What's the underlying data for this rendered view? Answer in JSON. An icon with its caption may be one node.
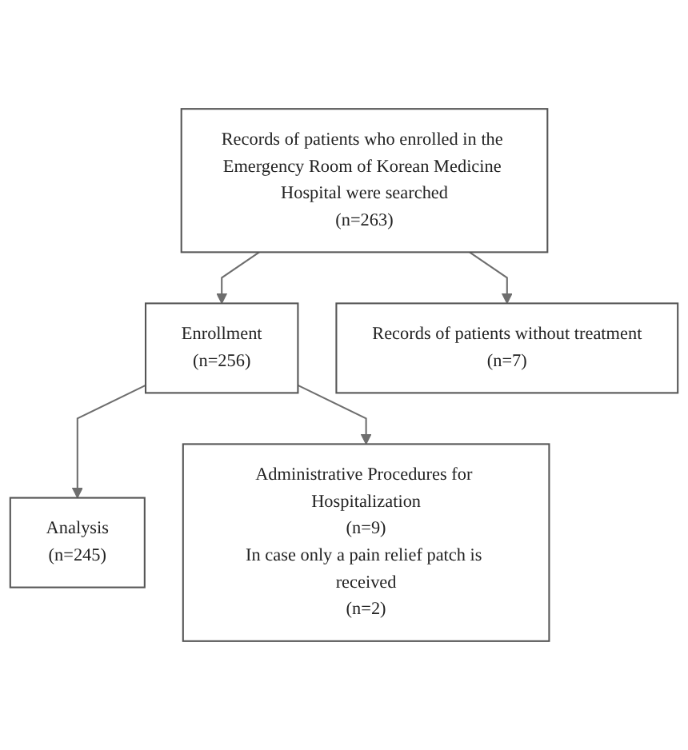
{
  "diagram": {
    "nodes": [
      {
        "text": [
          "Records of patients who enrolled in the Emergency Room of Korean Medicine Hospital were searched",
          "(n=263)"
        ]
      },
      {
        "text": [
          "Records of patients without treatment",
          "(n=7)"
        ]
      },
      {
        "text": [
          "Enrollment",
          "(n=256)"
        ]
      },
      {
        "text": [
          "Administrative Procedures for Hospitalization",
          "(n=9)",
          "In case only a pain relief patch is received",
          "(n=2)"
        ]
      },
      {
        "text": [
          "Analysis",
          "(n=245)"
        ]
      }
    ],
    "edges": [
      {
        "from": 0,
        "to": 2,
        "arrow": "to"
      },
      {
        "from": 0,
        "to": 1,
        "arrow": "to"
      },
      {
        "from": 2,
        "to": 4,
        "arrow": "to"
      },
      {
        "from": 2,
        "to": 3,
        "arrow": "to"
      }
    ]
  }
}
